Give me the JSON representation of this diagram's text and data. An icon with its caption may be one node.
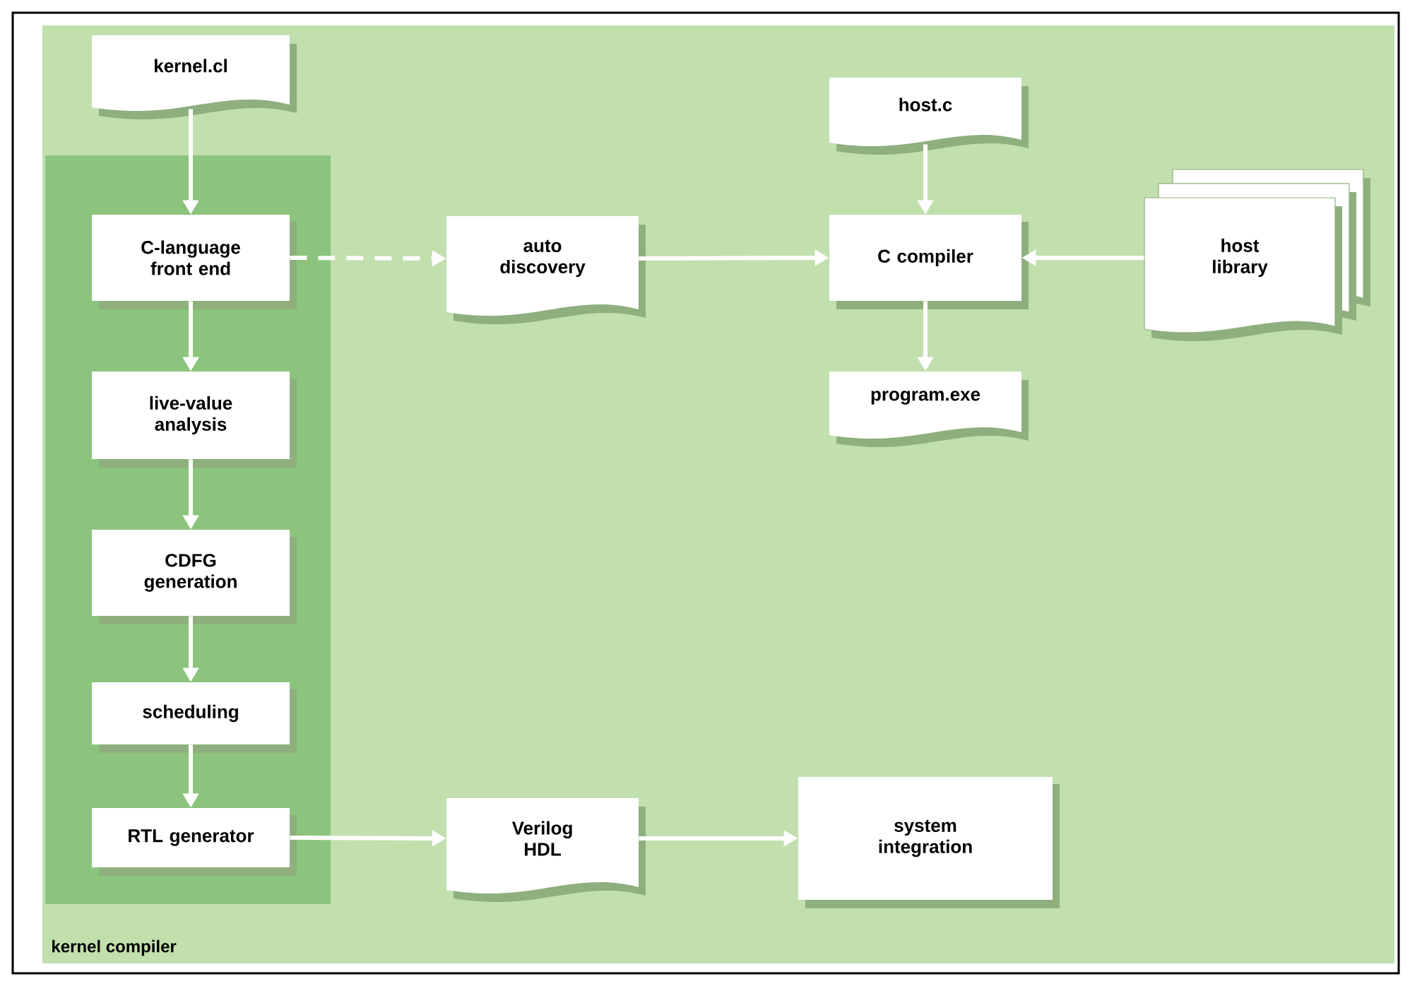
{
  "diagram": {
    "nodes": [
      {
        "text": [
          "kernel.cl"
        ]
      },
      {
        "text": [
          "kernel compiler"
        ]
      },
      {
        "text": [
          "C-language front end"
        ],
        "in": 1
      },
      {
        "text": [
          "live-value analysis"
        ],
        "in": 1
      },
      {
        "text": [
          "CDFG generation"
        ],
        "in": 1
      },
      {
        "text": [
          "scheduling"
        ],
        "in": 1
      },
      {
        "text": [
          "RTL generator"
        ],
        "in": 1
      },
      {
        "text": [
          "auto discovery"
        ]
      },
      {
        "text": [
          "host.c"
        ]
      },
      {
        "text": [
          "C compiler"
        ]
      },
      {
        "text": [
          "host library"
        ]
      },
      {
        "text": [
          "program.exe"
        ]
      },
      {
        "text": [
          "Verilog HDL"
        ]
      },
      {
        "text": [
          "system integration"
        ]
      }
    ],
    "edges": [
      {
        "from": 0,
        "to": 2,
        "arrow": "to"
      },
      {
        "from": 2,
        "to": 3,
        "arrow": "to"
      },
      {
        "from": 3,
        "to": 4,
        "arrow": "to"
      },
      {
        "from": 4,
        "to": 5,
        "arrow": "to"
      },
      {
        "from": 5,
        "to": 6,
        "arrow": "to"
      },
      {
        "from": 2,
        "to": 7,
        "arrow": "to",
        "style": "dashed"
      },
      {
        "from": 7,
        "to": 9,
        "arrow": "to"
      },
      {
        "from": 8,
        "to": 9,
        "arrow": "to"
      },
      {
        "from": 10,
        "to": 9,
        "arrow": "to"
      },
      {
        "from": 9,
        "to": 11,
        "arrow": "to"
      },
      {
        "from": 6,
        "to": 12,
        "arrow": "to"
      },
      {
        "from": 12,
        "to": 13,
        "arrow": "to"
      }
    ]
  }
}
